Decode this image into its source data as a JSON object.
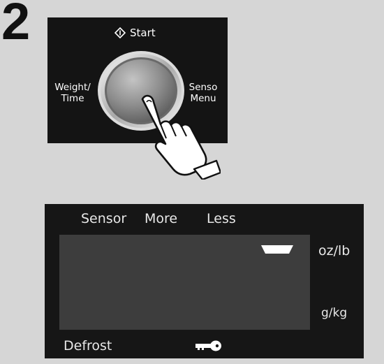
{
  "step": {
    "number": "2"
  },
  "control_panel": {
    "start_label": "Start",
    "weight_time_label": "Weight/ Time",
    "senso_menu_label": "Senso Menu",
    "icons": {
      "start": "start-diamond-icon",
      "dial": "round-start-button-icon",
      "hand": "pressing-finger-icon"
    }
  },
  "display": {
    "sensor_label": "Sensor",
    "more_label": "More",
    "less_label": "Less",
    "oz_lb_label": "oz/lb",
    "g_kg_label": "g/kg",
    "defrost_label": "Defrost",
    "icons": {
      "lcd_segment": "display-segment-icon",
      "key": "key-lock-icon"
    }
  },
  "colors": {
    "background": "#d6d6d6",
    "panel": "#141414",
    "lcd": "#3d3d3d",
    "text_on_dark": "#ffffff"
  }
}
